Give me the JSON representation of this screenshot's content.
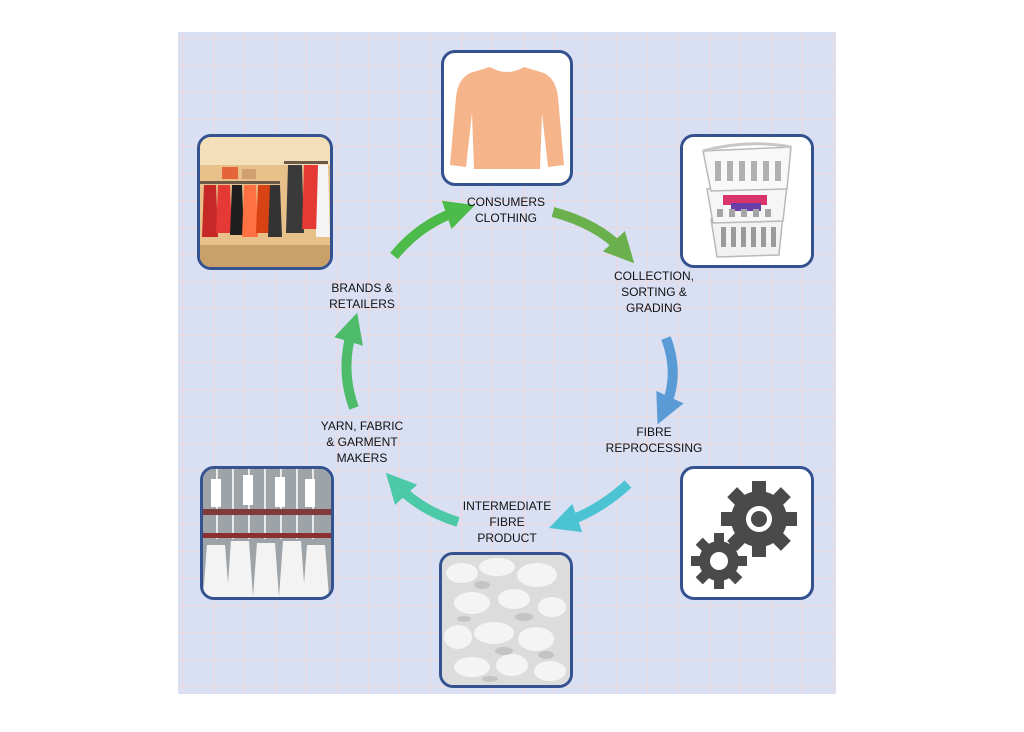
{
  "stages": [
    {
      "id": "consumers",
      "lines": [
        "CONSUMERS",
        "CLOTHING"
      ],
      "icon": "shirt-icon"
    },
    {
      "id": "collection",
      "lines": [
        "COLLECTION,",
        "SORTING &",
        "GRADING"
      ],
      "icon": "laundry-baskets-icon"
    },
    {
      "id": "reprocessing",
      "lines": [
        "FIBRE",
        "REPROCESSING"
      ],
      "icon": "gears-icon"
    },
    {
      "id": "intermediate",
      "lines": [
        "INTERMEDIATE",
        "FIBRE",
        "PRODUCT"
      ],
      "icon": "fibre-flakes-icon"
    },
    {
      "id": "makers",
      "lines": [
        "YARN, FABRIC",
        "& GARMENT",
        "MAKERS"
      ],
      "icon": "yarn-spools-icon"
    },
    {
      "id": "brands",
      "lines": [
        "BRANDS &",
        "RETAILERS"
      ],
      "icon": "clothing-store-icon"
    }
  ],
  "colors": {
    "panel_bg": "#d9e0f4",
    "grid_line": "#efd6d9",
    "node_border": "#34528f",
    "shirt": "#f6b48b",
    "gear": "#4a4a4a",
    "arrow_consumers_to_collection": "#6ab04c",
    "arrow_collection_to_reprocessing": "#5a9bd5",
    "arrow_reprocessing_to_intermediate": "#4cc3d2",
    "arrow_intermediate_to_makers": "#4cc9a6",
    "arrow_makers_to_brands": "#4dbb6a",
    "arrow_brands_to_consumers": "#4cbb4a"
  }
}
